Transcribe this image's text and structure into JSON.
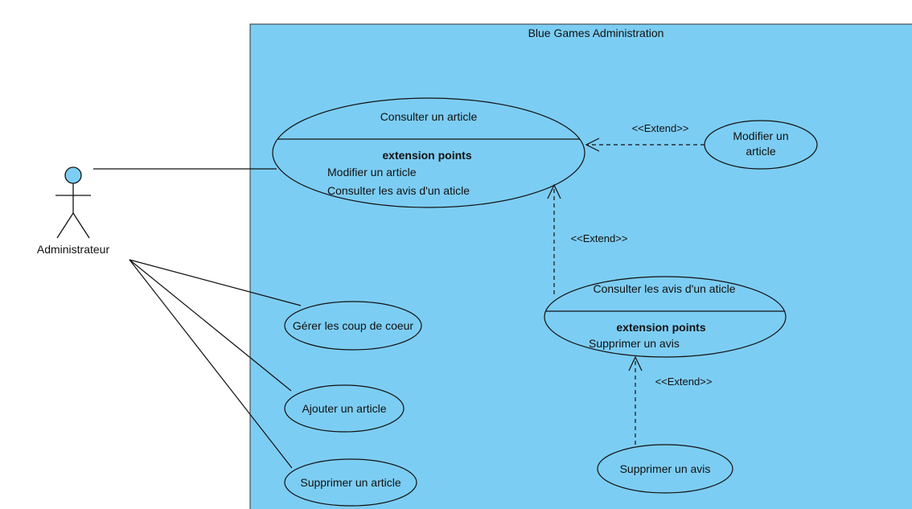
{
  "system": {
    "title": "Blue Games Administration",
    "fill_color": "#7ccdf3"
  },
  "actor": {
    "name": "Administrateur",
    "head_color": "#7ccdf3"
  },
  "use_cases": {
    "consulter_article": {
      "title": "Consulter un article",
      "extension_heading": "extension points",
      "extension_points": [
        "Modifier un article",
        "Consulter les avis d'un aticle"
      ]
    },
    "modifier_article": {
      "line1": "Modifier un",
      "line2": "article"
    },
    "consulter_avis": {
      "title": "Consulter les avis d'un aticle",
      "extension_heading": "extension points",
      "extension_points": [
        "Supprimer un avis"
      ]
    },
    "gerer_coup_coeur": {
      "label": "Gérer les coup de coeur"
    },
    "ajouter_article": {
      "label": "Ajouter un article"
    },
    "supprimer_article": {
      "label": "Supprimer un article"
    },
    "supprimer_avis": {
      "label": "Supprimer un avis"
    }
  },
  "relations": {
    "extend_modifier": "<<Extend>>",
    "extend_avis": "<<Extend>>",
    "extend_supprimer_avis": "<<Extend>>"
  }
}
